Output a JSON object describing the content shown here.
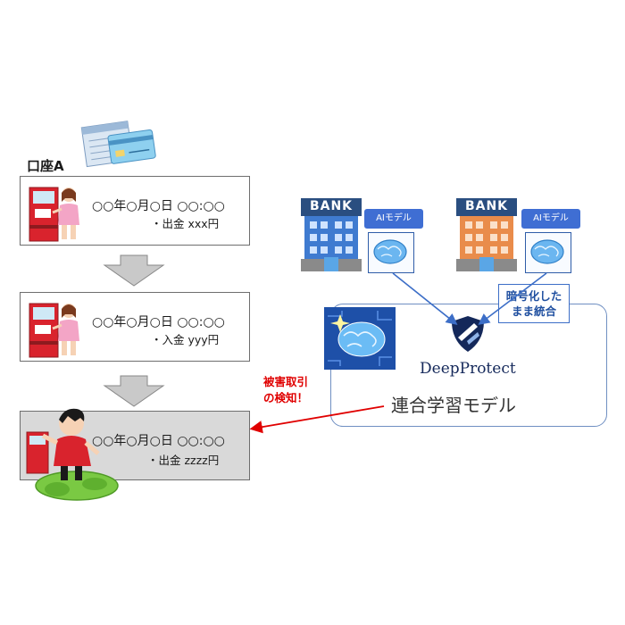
{
  "account": {
    "label": "口座A"
  },
  "transactions": [
    {
      "date": "○○年○月○日 ○○:○○",
      "detail": "・出金  xxx円"
    },
    {
      "date": "○○年○月○日 ○○:○○",
      "detail": "・入金  yyy円"
    },
    {
      "date": "○○年○月○日 ○○:○○",
      "detail": "・出金 zzzz円"
    }
  ],
  "banks": [
    {
      "sign": "BANK",
      "ai_label": "AIモデル",
      "color": "#3f7bd0"
    },
    {
      "sign": "BANK",
      "ai_label": "AIモデル",
      "color": "#e98c4b"
    }
  ],
  "encrypted_callout": {
    "line1": "暗号化した",
    "line2": "まま統合"
  },
  "federated": {
    "brand": "DeepProtect",
    "model_label": "連合学習モデル"
  },
  "detection": {
    "line1": "被害取引",
    "line2": "の検知！"
  },
  "colors": {
    "accent_blue": "#3c6ec7",
    "alert_red": "#e00000",
    "atm_red": "#d9232d"
  }
}
